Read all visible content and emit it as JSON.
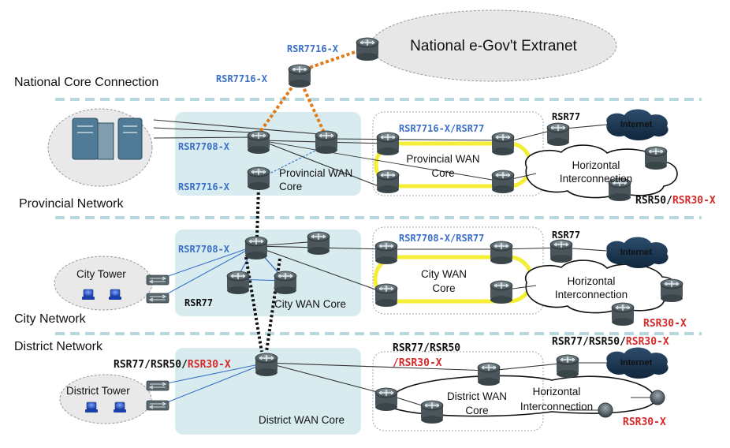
{
  "colors": {
    "blue_label": "#3a6fc9",
    "red_label": "#d42a2a",
    "core_box_fill": "#d8ecf0",
    "divider": "#b6d8de",
    "orange_link": "#e07b1a",
    "yellow_ring": "#f4ee34"
  },
  "sections": {
    "national": "National Core Connection",
    "provincial": "Provincial Network",
    "city": "City Network",
    "district": "District Network"
  },
  "extranet": {
    "label": "National e-Gov't Extranet"
  },
  "national_routers": {
    "top": "RSR7716-X",
    "left": "RSR7716-X"
  },
  "provincial": {
    "router_a": "RSR7708-X",
    "router_b": "RSR7716-X",
    "core_label_1": "Provincial WAN",
    "core_label_2": "Core",
    "wan_routers": "RSR7716-X/RSR77",
    "wan_label_1": "Provincial WAN",
    "wan_label_2": "Core",
    "edge_router": "RSR77",
    "internet": "Internet",
    "horiz_1": "Horizontal",
    "horiz_2": "Interconnection",
    "branch_prefix": "RSR50/",
    "branch_suffix": "RSR30-X"
  },
  "city": {
    "router_main": "RSR7708-X",
    "tower": "City Tower",
    "access_router": "RSR77",
    "core_label": "City WAN Core",
    "wan_routers": "RSR7708-X/RSR77",
    "wan_label_1": "City WAN",
    "wan_label_2": "Core",
    "edge_router": "RSR77",
    "internet": "Internet",
    "horiz_1": "Horizontal",
    "horiz_2": "Interconnection",
    "branch": "RSR30-X"
  },
  "district": {
    "router_prefix": "RSR77/RSR50/",
    "router_suffix": "RSR30-X",
    "tower": "District Tower",
    "core_label": "District WAN Core",
    "wan_router_1": "RSR77/RSR50",
    "wan_router_2": "/RSR30-X",
    "edge_prefix": "RSR77/RSR50/",
    "edge_suffix": "RSR30-X",
    "internet": "Internet",
    "wan_label_1": "District WAN",
    "wan_label_2": "Core",
    "horiz_1": "Horizontal",
    "horiz_2": "Interconnection",
    "branch": "RSR30-X"
  }
}
